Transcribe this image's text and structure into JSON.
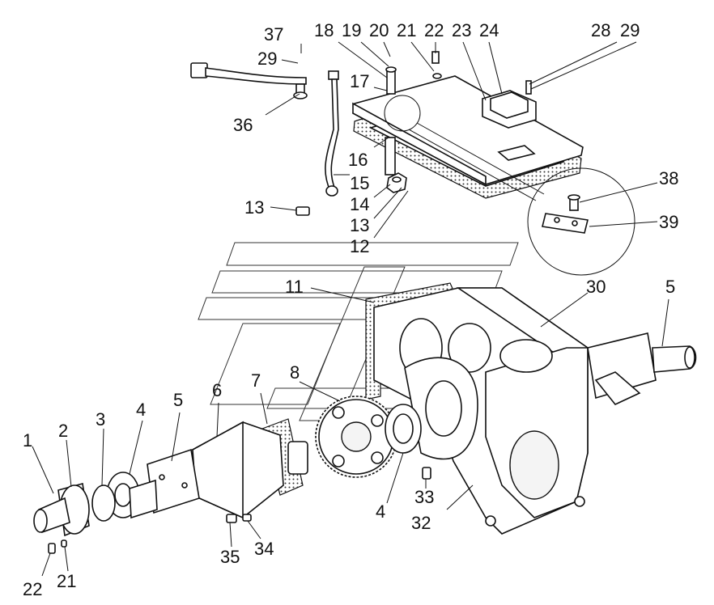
{
  "diagram": {
    "labels": [
      {
        "id": "l37",
        "text": "37"
      },
      {
        "id": "l29a",
        "text": "29"
      },
      {
        "id": "l36",
        "text": "36"
      },
      {
        "id": "l18",
        "text": "18"
      },
      {
        "id": "l19",
        "text": "19"
      },
      {
        "id": "l20",
        "text": "20"
      },
      {
        "id": "l21a",
        "text": "21"
      },
      {
        "id": "l22a",
        "text": "22"
      },
      {
        "id": "l23",
        "text": "23"
      },
      {
        "id": "l24",
        "text": "24"
      },
      {
        "id": "l28",
        "text": "28"
      },
      {
        "id": "l29b",
        "text": "29"
      },
      {
        "id": "l17",
        "text": "17"
      },
      {
        "id": "l16",
        "text": "16"
      },
      {
        "id": "l15",
        "text": "15"
      },
      {
        "id": "l14",
        "text": "14"
      },
      {
        "id": "l13a",
        "text": "13"
      },
      {
        "id": "l13b",
        "text": "13"
      },
      {
        "id": "l12",
        "text": "12"
      },
      {
        "id": "l38",
        "text": "38"
      },
      {
        "id": "l39",
        "text": "39"
      },
      {
        "id": "l11",
        "text": "11"
      },
      {
        "id": "l30",
        "text": "30"
      },
      {
        "id": "l5a",
        "text": "5"
      },
      {
        "id": "l8",
        "text": "8"
      },
      {
        "id": "l7",
        "text": "7"
      },
      {
        "id": "l6",
        "text": "6"
      },
      {
        "id": "l5b",
        "text": "5"
      },
      {
        "id": "l4a",
        "text": "4"
      },
      {
        "id": "l3",
        "text": "3"
      },
      {
        "id": "l2",
        "text": "2"
      },
      {
        "id": "l1",
        "text": "1"
      },
      {
        "id": "l4b",
        "text": "4"
      },
      {
        "id": "l33",
        "text": "33"
      },
      {
        "id": "l32",
        "text": "32"
      },
      {
        "id": "l35",
        "text": "35"
      },
      {
        "id": "l34",
        "text": "34"
      },
      {
        "id": "l22b",
        "text": "22"
      },
      {
        "id": "l21b",
        "text": "21"
      }
    ]
  }
}
